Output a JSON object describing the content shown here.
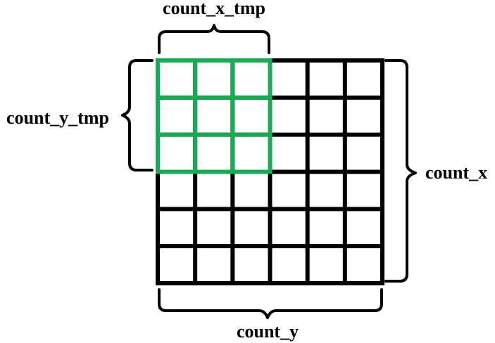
{
  "labels": {
    "top": "count_x_tmp",
    "left": "count_y_tmp",
    "right": "count_x",
    "bottom": "count_y"
  },
  "grid": {
    "rows": 6,
    "cols": 6,
    "sub_rows": 3,
    "sub_cols": 3
  },
  "colors": {
    "grid": "#000000",
    "highlight": "#1aaa55",
    "background": "#ffffff"
  }
}
